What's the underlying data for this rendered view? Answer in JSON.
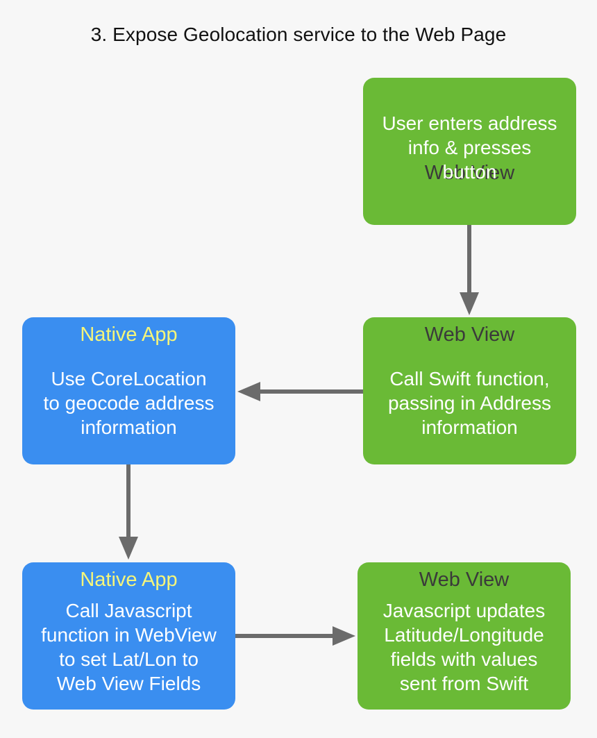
{
  "title": "3. Expose Geolocation service to the Web Page",
  "colors": {
    "web_view_fill": "#6aba36",
    "native_app_fill": "#3a8ef0",
    "web_view_header": "#3a3a3a",
    "native_app_header": "#f5f57a",
    "arrow": "#6b6b6b",
    "background": "#f7f7f7"
  },
  "nodes": [
    {
      "header": "Web View",
      "lines": [
        "User enters address",
        "info & presses",
        "button"
      ]
    },
    {
      "header": "Web View",
      "lines": [
        "Call Swift function,",
        "passing in Address",
        "information"
      ]
    },
    {
      "header": "Native App",
      "lines": [
        "Use CoreLocation",
        "to geocode address",
        "information"
      ]
    },
    {
      "header": "Native App",
      "lines": [
        "Call Javascript",
        "function in WebView",
        "to set Lat/Lon to",
        "Web View Fields"
      ]
    },
    {
      "header": "Web View",
      "lines": [
        "Javascript updates",
        "Latitude/Longitude",
        "fields with values",
        "sent from Swift"
      ]
    }
  ]
}
